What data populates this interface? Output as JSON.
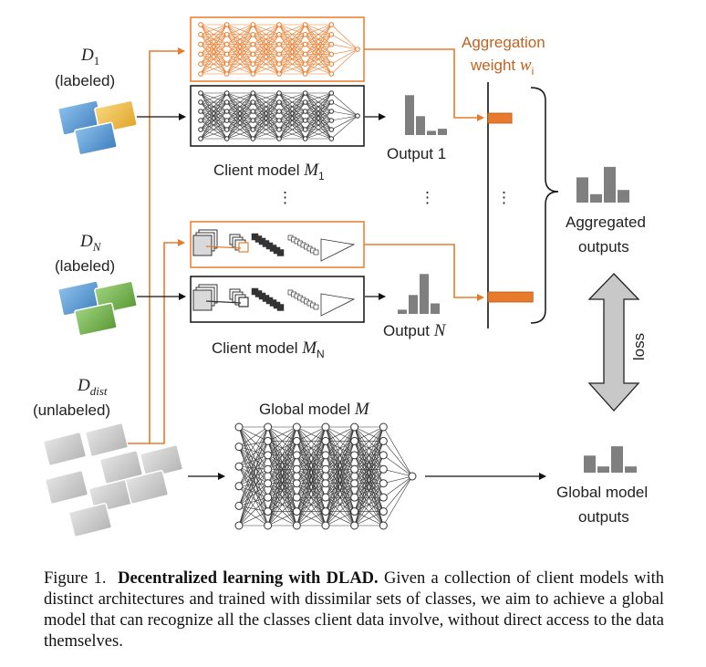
{
  "clients": {
    "first": {
      "dataset_symbol": "D",
      "dataset_subscript": "1",
      "dataset_status": "(labeled)",
      "model_label_prefix": "Client model ",
      "model_symbol": "M",
      "model_subscript": "1",
      "output_label": "Output 1"
    },
    "last": {
      "dataset_symbol": "D",
      "dataset_subscript": "N",
      "dataset_status": "(labeled)",
      "model_label_prefix": "Client model ",
      "model_symbol": "M",
      "model_subscript": "N",
      "output_label_prefix": "Output ",
      "output_symbol": "N"
    }
  },
  "distill_set": {
    "symbol": "D",
    "subscript": "dist",
    "status": "(unlabeled)"
  },
  "aggregation": {
    "line1": "Aggregation",
    "line2_prefix": "weight ",
    "weight_symbol": "w",
    "weight_subscript": "i",
    "weights": [
      0.45,
      0.85
    ]
  },
  "aggregated": {
    "line1": "Aggregated",
    "line2": "outputs",
    "bars": [
      0.6,
      0.2,
      0.85,
      0.3
    ]
  },
  "global": {
    "model_label_prefix": "Global model ",
    "model_symbol": "M",
    "outputs_line1": "Global model",
    "outputs_line2": "outputs",
    "bars": [
      0.55,
      0.2,
      0.85,
      0.2
    ]
  },
  "output_1_bars": [
    0.95,
    0.45,
    0.1,
    0.15
  ],
  "output_n_bars": [
    0.1,
    0.45,
    0.95,
    0.25
  ],
  "loss_label": "loss",
  "dots": "⋮",
  "colors": {
    "orange": "#e87b2b",
    "orange_text": "#c0631e",
    "gray_bar": "#7f7f7f",
    "blue": "#5b9bd5",
    "yellow": "#f2c14e",
    "green": "#70ad47",
    "light_gray": "#c8c8c8"
  },
  "caption": {
    "figure_label": "Figure 1.",
    "bold_title": "Decentralized learning with DLAD.",
    "body": "Given a collection of client models with distinct architectures and trained with dissimilar sets of classes, we aim to achieve a global model that can recognize all the classes client data involve, without direct access to the data themselves."
  }
}
